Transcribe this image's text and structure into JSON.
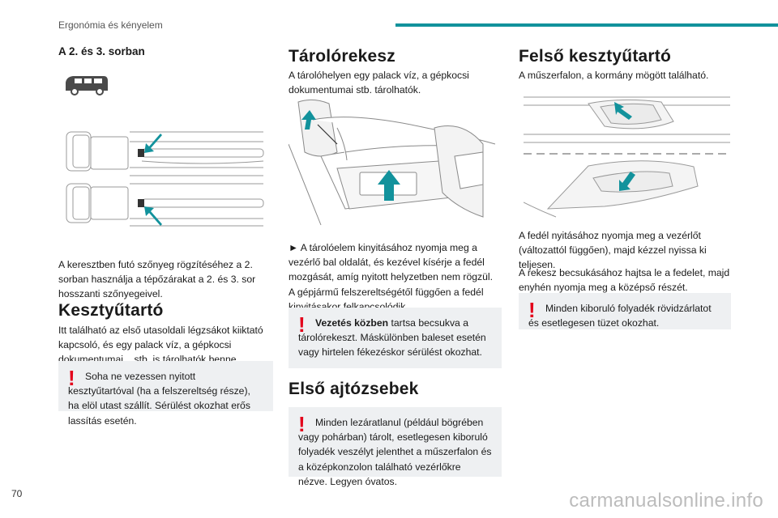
{
  "header": {
    "section_title": "Ergonómia és kényelem"
  },
  "col1": {
    "rows_heading": "A 2. és 3. sorban",
    "rows_text": "A keresztben futó szőnyeg rögzítéséhez a 2. sorban használja a tépőzárakat a 2. és 3. sor hosszanti szőnyegeivel.",
    "glovebox_heading": "Kesztyűtartó",
    "glovebox_text": "Itt található az első utasoldali légzsákot kiiktató kapcsoló, és egy palack víz, a gépkocsi dokumentumai... stb. is tárolhatók benne.",
    "glovebox_warning": "Soha ne vezessen nyitott kesztyűtartóval (ha a felszereltség része), ha elöl utast szállít. Sérülést okozhat erős lassítás esetén."
  },
  "col2": {
    "storage_heading": "Tárolórekesz",
    "storage_intro": "A tárolóhelyen egy palack víz, a gépkocsi dokumentumai stb. tárolhatók.",
    "storage_text": "► A tárolóelem kinyitásához nyomja meg a vezérlő bal oldalát, és kezével kísérje a fedél mozgását, amíg nyitott helyzetben nem rögzül. A gépjármű felszereltségétől függően a fedél kinyitásakor felkapcsolódik.",
    "storage_warning_bold": "Vezetés közben",
    "storage_warning_rest": " tartsa becsukva a tárolórekeszt. Máskülönben baleset esetén vagy hirtelen fékezéskor sérülést okozhat.",
    "door_heading": "Első ajtózsebek",
    "door_warning": "Minden lezáratlanul (például bögrében vagy pohárban) tárolt, esetlegesen kiboruló folyadék veszélyt jelenthet a műszerfalon és a középkonzolon található vezérlőkre nézve. Legyen óvatos."
  },
  "col3": {
    "upper_heading": "Felső kesztyűtartó",
    "upper_intro": "A műszerfalon, a kormány mögött található.",
    "upper_text_1": "A fedél nyitásához nyomja meg a vezérlőt (változattól függően), majd kézzel nyissa ki teljesen.",
    "upper_text_2": "A rekesz becsukásához hajtsa le a fedelet, majd enyhén nyomja meg a középső részét.",
    "upper_warning": "Minden kiboruló folyadék rövidzárlatot és esetlegesen tüzet okozhat."
  },
  "footer": {
    "page_number": "70",
    "watermark": "carmanualsonline.info"
  },
  "colors": {
    "accent": "#12929c",
    "warning_red": "#e3001b",
    "note_bg": "#eef0f2"
  },
  "icons": [
    "van-silhouette-icon",
    "warning-exclamation-icon"
  ]
}
